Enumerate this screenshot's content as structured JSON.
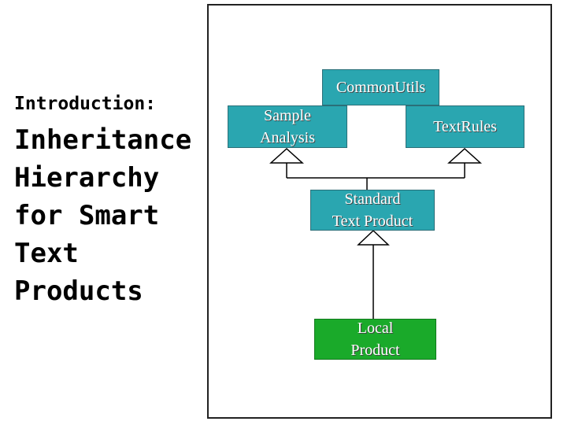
{
  "slide": {
    "intro": "Introduction:",
    "heading": "Inheritance\nHierarchy\nfor Smart\nText\nProducts"
  },
  "diagram": {
    "nodes": {
      "common_utils": "CommonUtils",
      "sample_analysis": "Sample\nAnalysis",
      "text_rules": "TextRules",
      "standard_text_product": "Standard\nText Product",
      "local_product": "Local\nProduct"
    },
    "colors": {
      "teal_node": "#2aa6b0",
      "green_node": "#1aaa2a"
    }
  }
}
